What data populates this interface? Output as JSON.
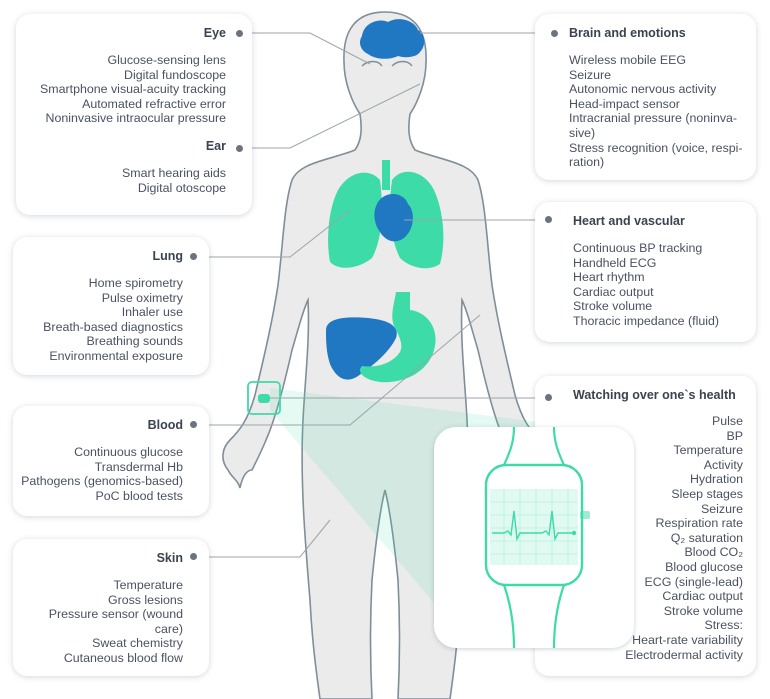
{
  "panels": {
    "eye": {
      "title": "Eye",
      "items": [
        "Glucose-sensing lens",
        "Digital fundoscope",
        "Smartphone visual-acuity tracking",
        "Automated refractive error",
        "Noninvasive intraocular pressure"
      ]
    },
    "ear": {
      "title": "Ear",
      "items": [
        "Smart hearing aids",
        "Digital otoscope"
      ]
    },
    "lung": {
      "title": "Lung",
      "items": [
        "Home  spirometry",
        "Pulse oximetry",
        "Inhaler use",
        "Breath-based diagnostics",
        "Breathing sounds",
        "Environmental exposure"
      ]
    },
    "blood": {
      "title": "Blood",
      "items": [
        "Continuous glucose",
        "Transdermal Hb",
        "Pathogens (genomics-based)",
        "PoC blood tests"
      ]
    },
    "skin": {
      "title": "Skin",
      "items": [
        "Temperature",
        "Gross lesions",
        "Pressure sensor (wound",
        "care)",
        "Sweat chemistry",
        "Cutaneous blood flow"
      ]
    },
    "brain": {
      "title": "Brain and emotions",
      "items": [
        "Wireless mobile EEG",
        "Seizure",
        "Autonomic nervous activity",
        "Head-impact sensor",
        "Intracranial pressure (noninva-",
        "sive)",
        "Stress recognition (voice, respi-",
        "ration)"
      ]
    },
    "heart": {
      "title": "Heart and vascular",
      "items": [
        "Continuous BP tracking",
        "Handheld ECG",
        "Heart rhythm",
        "Cardiac output",
        "Stroke volume",
        "Thoracic impedance (fluid)"
      ]
    },
    "watch": {
      "title": "Watching over one`s health",
      "items": [
        "Pulse",
        "BP",
        "Temperature",
        "Activity",
        "Hydration",
        "Sleep stages",
        "Seizure",
        "Respiration rate",
        "Q₂ saturation",
        "Blood CO₂",
        "Blood glucose",
        "ECG (single-lead)",
        "Cardiac output",
        "Stroke volume",
        "Stress:",
        "Heart-rate variability",
        "Electrodermal activity"
      ]
    }
  },
  "colors": {
    "body": "#ebebeb",
    "outline": "#7f8e99",
    "brain": "#1f78c1",
    "lung": "#3ddba8",
    "heart": "#1f78c1",
    "liver": "#1f78c1",
    "stomach": "#3ddba8",
    "watch": "#3ddba8",
    "connector": "#9aa4ad"
  }
}
